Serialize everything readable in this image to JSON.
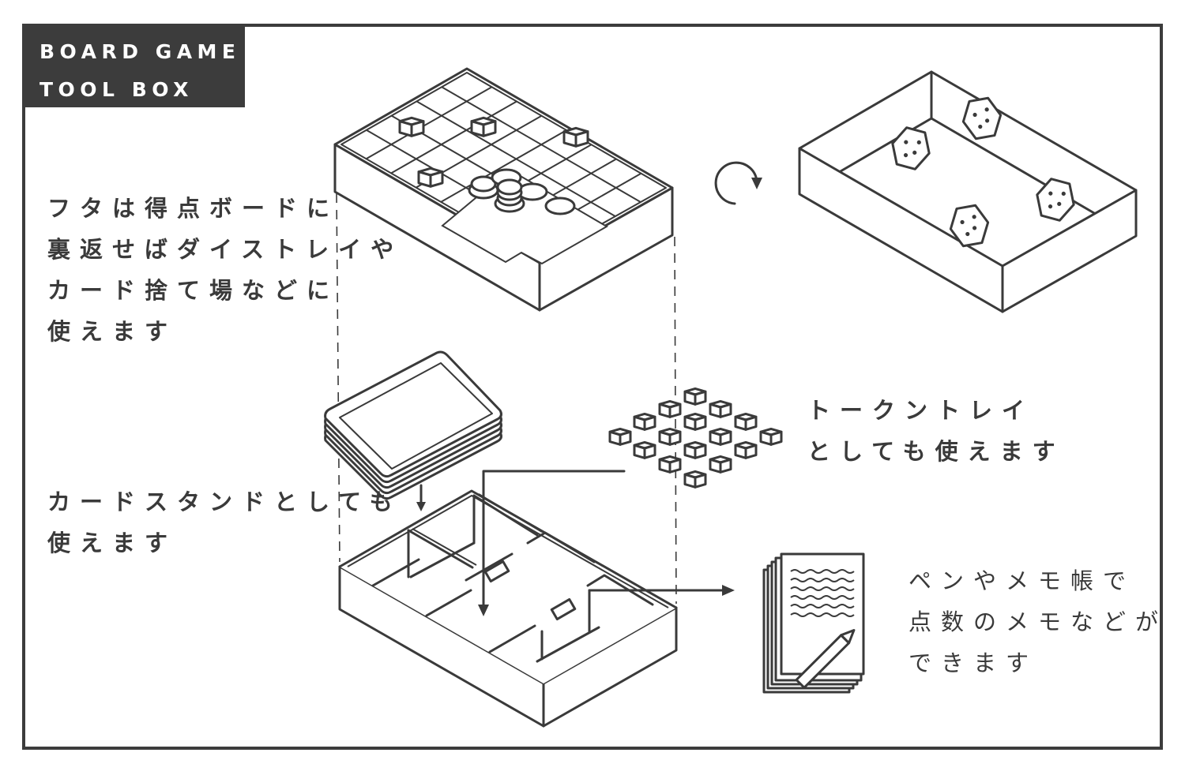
{
  "title": {
    "lines": [
      "BOARD GAME",
      "TOOL BOX"
    ]
  },
  "captions": {
    "lid": [
      "フタは得点ボードに",
      "裏返せばダイストレイや",
      "カード捨て場などに",
      "使えます"
    ],
    "card_stand": [
      "カードスタンドとしても",
      "使えます"
    ],
    "token_tray": [
      "トークントレイ",
      "としても使えます"
    ],
    "memo": [
      "ペンやメモ帳で",
      "点数のメモなどが",
      "できます"
    ]
  },
  "illustrations": {
    "lid": "score-board-lid",
    "dice_tray": "flipped-lid-dice-tray",
    "cards": "card-stack",
    "tokens": "token-cubes",
    "box": "divided-storage-box",
    "memo": "memo-pad-with-pencil",
    "rotate": "rotate-arrow"
  },
  "colors": {
    "ink": "#3a3a3a",
    "title_bg": "#3c3c3c",
    "title_text": "#ffffff",
    "background": "#ffffff"
  }
}
